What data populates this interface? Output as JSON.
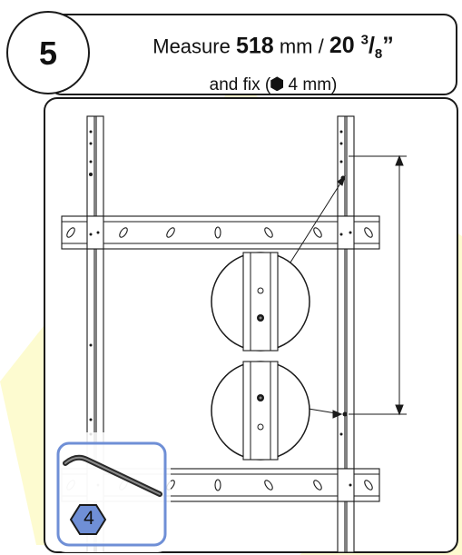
{
  "step": {
    "number": "5"
  },
  "instruction": {
    "measure_word": "Measure",
    "metric_value": "518",
    "metric_unit": "mm",
    "separator": "/",
    "imperial_whole": "20",
    "imperial_numerator": "3",
    "imperial_denominator": "8",
    "imperial_mark": "”",
    "fix_text": "and fix (",
    "fix_size": "4 mm)"
  },
  "tool": {
    "name": "hex-key",
    "size_label": "4",
    "badge_color": "#6f8fd6"
  },
  "colors": {
    "watermark": "#fdfbd0",
    "line": "#1a1a1a",
    "tool_border": "#6f8fd6"
  }
}
